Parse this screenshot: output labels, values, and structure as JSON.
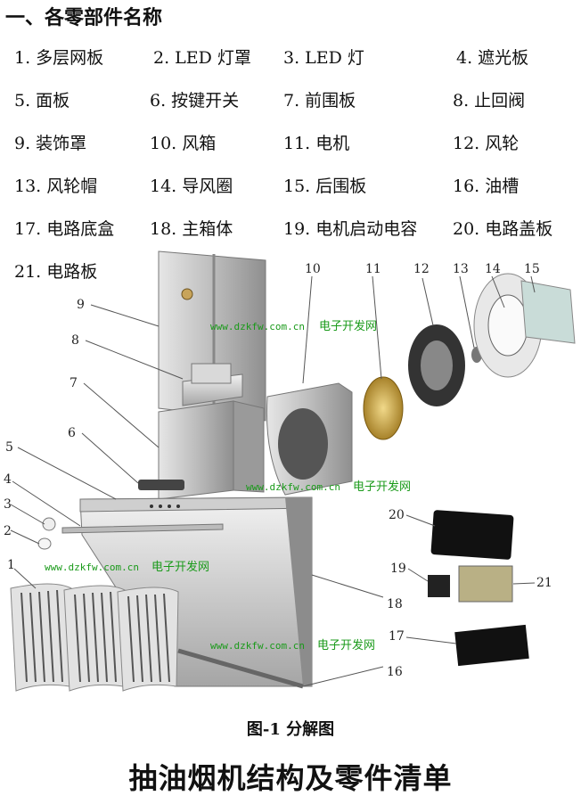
{
  "section_title": "一、各零部件名称",
  "parts": [
    "1.  多层网板",
    "2.   LED 灯罩",
    "3.    LED 灯",
    "4.   遮光板",
    "5.    面板",
    "6.  按键开关",
    "7.    前围板",
    "8.   止回阀",
    "9.    装饰罩",
    "10.  风箱",
    "11.  电机",
    "12.   风轮",
    "13.  风轮帽",
    "14.  导风圈",
    "15.  后围板",
    "16.    油槽",
    "17.  电路底盒",
    "18.  主箱体",
    "19.  电机启动电容",
    "20.   电路盖板",
    "21.  电路板"
  ],
  "watermark": {
    "url": "www.dzkfw.com.cn",
    "name": "电子开发网"
  },
  "callouts": [
    "1",
    "2",
    "3",
    "4",
    "5",
    "6",
    "7",
    "8",
    "9",
    "10",
    "11",
    "12",
    "13",
    "14",
    "15",
    "16",
    "17",
    "18",
    "19",
    "20",
    "21"
  ],
  "figure_caption": "图-1    分解图",
  "main_title": "抽油烟机结构及零件清单"
}
